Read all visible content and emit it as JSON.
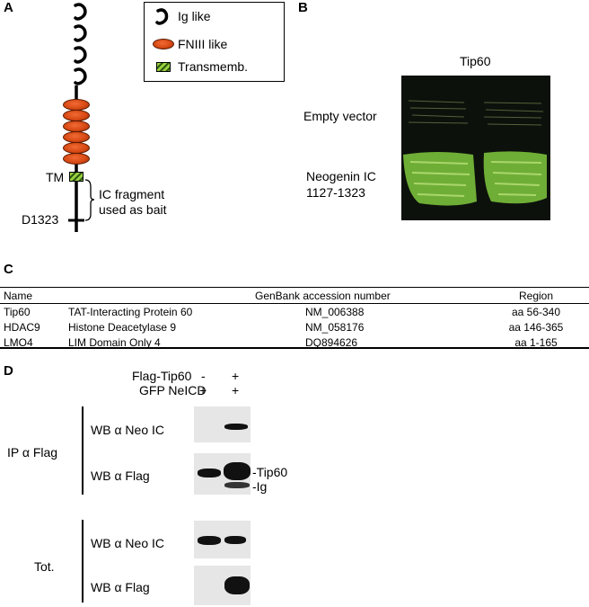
{
  "panels": {
    "a": "A",
    "b": "B",
    "c": "C",
    "d": "D"
  },
  "legend": {
    "ig": "Ig like",
    "fn": "FNIII like",
    "tm": "Transmemb."
  },
  "diagram": {
    "tm_label": "TM",
    "d_label": "D1323",
    "bait_line1": "IC fragment",
    "bait_line2": "used as bait"
  },
  "panel_b": {
    "column": "Tip60",
    "row1": "Empty vector",
    "row2_line1": "Neogenin IC",
    "row2_line2": "1127-1323"
  },
  "table": {
    "headers": [
      "Name",
      "",
      "GenBank accession number",
      "Region"
    ],
    "rows": [
      [
        "Tip60",
        "TAT-Interacting Protein 60",
        "NM_006388",
        "aa 56-340"
      ],
      [
        "HDAC9",
        "Histone Deacetylase 9",
        "NM_058176",
        "aa 146-365"
      ],
      [
        "LMO4",
        "LIM Domain Only 4",
        "DQ894626",
        "aa 1-165"
      ]
    ]
  },
  "panel_d": {
    "flag_tip60": "Flag-Tip60",
    "gfp_neicd": "GFP NeICD",
    "lane1_flag": "-",
    "lane2_flag": "+",
    "lane1_gfp": "+",
    "lane2_gfp": "+",
    "ip_label": "IP α Flag",
    "tot_label": "Tot.",
    "wb_neo": "WB α Neo IC",
    "wb_flag": "WB α Flag",
    "band_tip60": "-Tip60",
    "band_ig": "-Ig"
  }
}
